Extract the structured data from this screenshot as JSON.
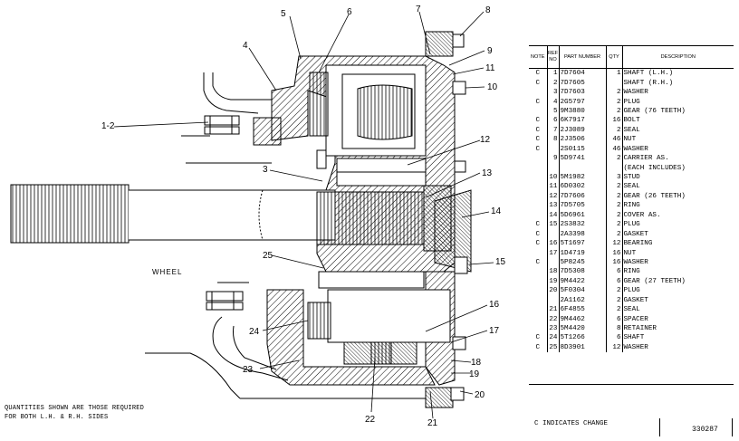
{
  "diagram": {
    "callouts": [
      "1-2",
      "3",
      "4",
      "5",
      "6",
      "7",
      "8",
      "9",
      "10",
      "11",
      "12",
      "13",
      "14",
      "15",
      "16",
      "17",
      "18",
      "19",
      "20",
      "21",
      "22",
      "23",
      "24",
      "25"
    ],
    "wheel_label": "WHEEL"
  },
  "table": {
    "headers": {
      "note": "NOTE",
      "ref": "REF NO",
      "part": "PART NUMBER",
      "qty": "QTY",
      "desc": "DESCRIPTION"
    },
    "rows": [
      {
        "note": "C",
        "ref": "1",
        "part": "7D7604",
        "qty": "1",
        "desc": "SHAFT (L.H.)"
      },
      {
        "note": "C",
        "ref": "2",
        "part": "7D7605",
        "qty": "",
        "desc": "SHAFT (R.H.)"
      },
      {
        "note": "",
        "ref": "3",
        "part": "7D7603",
        "qty": "2",
        "desc": "WASHER"
      },
      {
        "note": "C",
        "ref": "4",
        "part": "2G5797",
        "qty": "2",
        "desc": "PLUG"
      },
      {
        "note": "",
        "ref": "5",
        "part": "9M3880",
        "qty": "2",
        "desc": "GEAR (76 TEETH)"
      },
      {
        "note": "C",
        "ref": "6",
        "part": "6K7917",
        "qty": "16",
        "desc": "BOLT"
      },
      {
        "note": "C",
        "ref": "7",
        "part": "2J3089",
        "qty": "2",
        "desc": "SEAL"
      },
      {
        "note": "C",
        "ref": "8",
        "part": "2J3506",
        "qty": "46",
        "desc": "NUT"
      },
      {
        "note": "C",
        "ref": "",
        "part": "2S0115",
        "qty": "46",
        "desc": "WASHER"
      },
      {
        "note": "",
        "ref": "9",
        "part": "5D9741",
        "qty": "2",
        "desc": "CARRIER AS."
      },
      {
        "note": "",
        "ref": "",
        "part": "",
        "qty": "",
        "desc": "(EACH INCLUDES)"
      },
      {
        "note": "",
        "ref": "10",
        "part": "5M1982",
        "qty": "3",
        "desc": "STUD"
      },
      {
        "note": "",
        "ref": "11",
        "part": "6D0302",
        "qty": "2",
        "desc": "SEAL"
      },
      {
        "note": "",
        "ref": "12",
        "part": "7D7606",
        "qty": "2",
        "desc": "GEAR (26 TEETH)"
      },
      {
        "note": "",
        "ref": "13",
        "part": "7D5705",
        "qty": "2",
        "desc": "RING"
      },
      {
        "note": "",
        "ref": "14",
        "part": "5D6961",
        "qty": "2",
        "desc": "COVER AS."
      },
      {
        "note": "C",
        "ref": "15",
        "part": "2S3832",
        "qty": "2",
        "desc": "PLUG"
      },
      {
        "note": "C",
        "ref": "",
        "part": "2A3398",
        "qty": "2",
        "desc": "GASKET"
      },
      {
        "note": "C",
        "ref": "16",
        "part": "5T1697",
        "qty": "12",
        "desc": "BEARING"
      },
      {
        "note": "",
        "ref": "17",
        "part": "1D4719",
        "qty": "16",
        "desc": "NUT"
      },
      {
        "note": "C",
        "ref": "",
        "part": "5P8245",
        "qty": "16",
        "desc": "WASHER"
      },
      {
        "note": "",
        "ref": "18",
        "part": "7D5308",
        "qty": "6",
        "desc": "RING"
      },
      {
        "note": "",
        "ref": "19",
        "part": "9M4422",
        "qty": "6",
        "desc": "GEAR (27 TEETH)"
      },
      {
        "note": "",
        "ref": "20",
        "part": "5F0304",
        "qty": "2",
        "desc": "PLUG"
      },
      {
        "note": "",
        "ref": "",
        "part": "2A1162",
        "qty": "2",
        "desc": "GASKET"
      },
      {
        "note": "",
        "ref": "21",
        "part": "6F4855",
        "qty": "2",
        "desc": "SEAL"
      },
      {
        "note": "",
        "ref": "22",
        "part": "9M4462",
        "qty": "6",
        "desc": "SPACER"
      },
      {
        "note": "",
        "ref": "23",
        "part": "5M4420",
        "qty": "8",
        "desc": "RETAINER"
      },
      {
        "note": "C",
        "ref": "24",
        "part": "5T1266",
        "qty": "6",
        "desc": "SHAFT"
      },
      {
        "note": "C",
        "ref": "25",
        "part": "8D3901",
        "qty": "12",
        "desc": "WASHER"
      }
    ]
  },
  "footnotes": {
    "quantities_line1": "QUANTITIES SHOWN ARE THOSE REQUIRED",
    "quantities_line2": "FOR BOTH L.H. & R.H. SIDES",
    "change_note": "C  INDICATES CHANGE",
    "reference_number": "330287"
  }
}
